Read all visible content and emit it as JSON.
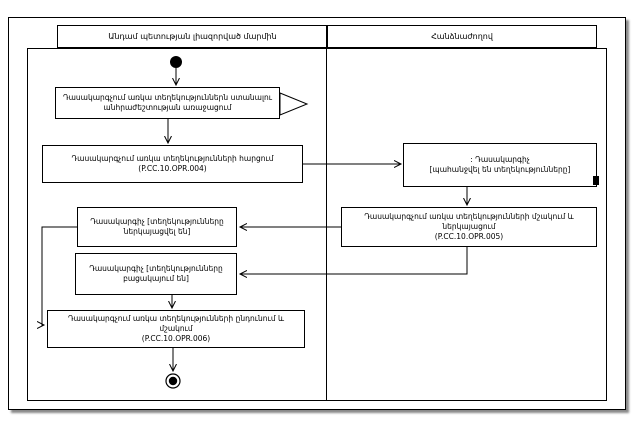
{
  "diagram": {
    "type": "uml-activity-swimlane",
    "colors": {
      "line": "#000000",
      "fill": "#ffffff",
      "shadow": "#8a8a8a"
    },
    "lanes": {
      "left_header": "Անդամ պետության լիազորված մարմին",
      "right_header": "Հանձնաժողով"
    },
    "nodes": {
      "trigger_event": {
        "label": "Դասակարգչում առկա տեղեկություններն ստանալու անհրաժեշտության առաջացում"
      },
      "request_action": {
        "label": "Դասակարգչում առկա տեղեկությունների հարցում",
        "code": "(P.CC.10.OPR.004)"
      },
      "classifier_requested_object": {
        "label": ": Դասակարգիչ",
        "state": "[պահանջվել են տեղեկությունները]"
      },
      "process_and_present_action": {
        "label": "Դասակարգչում առկա տեղեկությունների մշակում և ներկայացում",
        "code": "(P.CC.10.OPR.005)"
      },
      "classifier_presented_object": {
        "label": "Դասակարգիչ [տեղեկությունները ներկայացվել են]"
      },
      "classifier_absent_object": {
        "label": "Դասակարգիչ [տեղեկությունները բացակայում են]"
      },
      "receive_and_process_action": {
        "label": "Դասակարգչում առկա տեղեկությունների ընդունում և մշակում",
        "code": "(P.CC.10.OPR.006)"
      }
    }
  }
}
